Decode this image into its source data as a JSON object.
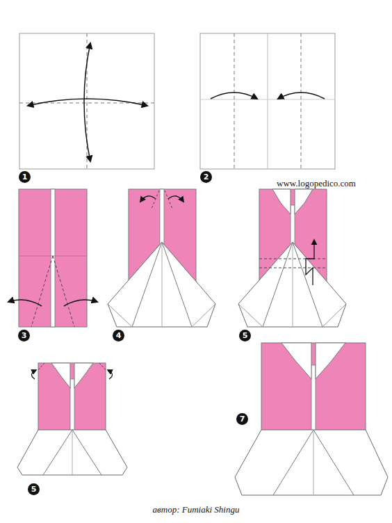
{
  "diagram": {
    "caption": "автор: Fumiaki Shingu",
    "labels": [
      "1",
      "2",
      "www.logopedico.com",
      "3",
      "4",
      "5",
      "5",
      "7"
    ]
  }
}
